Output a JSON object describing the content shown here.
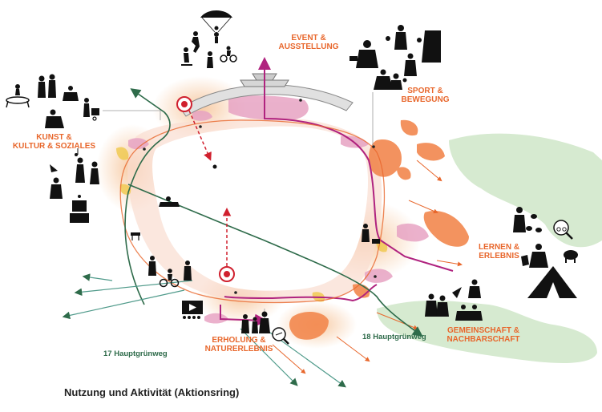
{
  "caption": "Nutzung und Aktivität (Aktionsring)",
  "labels": {
    "event": "EVENT &\nAUSSTELLUNG",
    "sport": "SPORT &\nBEWEGUNG",
    "kunst": "KUNST &\nKULTUR & SOZIALES",
    "lernen": "LERNEN &\nERLEBNIS",
    "gemeinschaft": "GEMEINSCHAFT &\nNACHBARSCHAFT",
    "erholung": "ERHOLUNG &\nNATURERLEBNIS",
    "weg17": "17 Hauptgrünweg",
    "weg18": "18 Hauptgrünweg"
  },
  "colors": {
    "accent_orange": "#e8672c",
    "route_magenta": "#b0237f",
    "route_green": "#2e6b4a",
    "pink_zone": "#e7a3c3",
    "orange_zone": "#f2874e",
    "green_zone": "#cfe6c9",
    "icon_black": "#111111"
  }
}
